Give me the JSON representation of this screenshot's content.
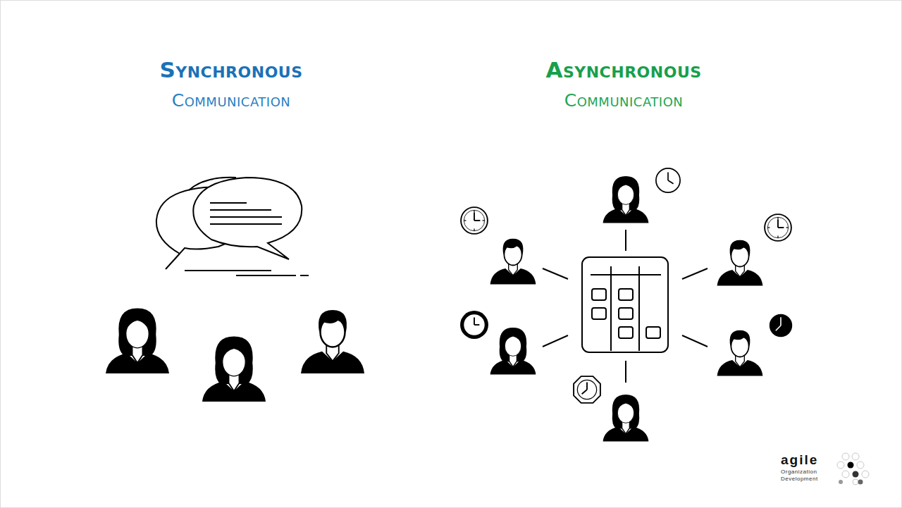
{
  "diagram": {
    "labels": [
      "Synchronous",
      "Communication",
      "Asynchronous",
      "Communication",
      "agile",
      "Organization",
      "Development"
    ]
  }
}
